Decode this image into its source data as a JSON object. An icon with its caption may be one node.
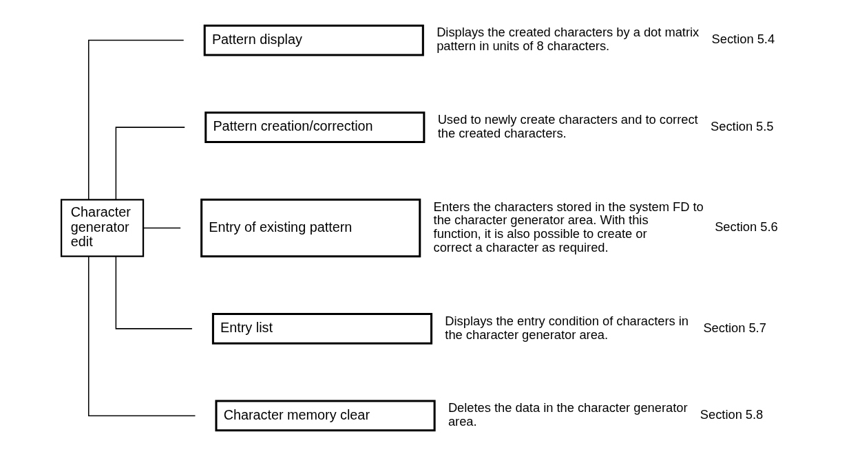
{
  "diagram": {
    "nodes": [
      {
        "text": [
          "Character generator edit"
        ]
      },
      {
        "text": [
          "Pattern display"
        ],
        "beside": [
          "Displays the created characters by a dot matrix pattern in units of 8 characters.",
          "Section 5.4"
        ]
      },
      {
        "text": [
          "Pattern creation/correction"
        ],
        "beside": [
          "Used to newly create characters and to correct the created characters.",
          "Section 5.5"
        ]
      },
      {
        "text": [
          "Entry of existing pattern"
        ],
        "beside": [
          "Enters the characters stored in the system FD to the character generator area. With this function, it is also possible to create or correct a character as required.",
          "Section 5.6"
        ]
      },
      {
        "text": [
          "Entry list"
        ],
        "beside": [
          "Displays the entry condition of characters in the character generator area.",
          "Section 5.7"
        ]
      },
      {
        "text": [
          "Character memory clear"
        ],
        "beside": [
          "Deletes the data in the character generator area.",
          "Section 5.8"
        ]
      }
    ],
    "edges": [
      {
        "from": 0,
        "to": 1,
        "arrow": "none"
      },
      {
        "from": 0,
        "to": 2,
        "arrow": "none"
      },
      {
        "from": 0,
        "to": 3,
        "arrow": "none"
      },
      {
        "from": 0,
        "to": 4,
        "arrow": "none"
      },
      {
        "from": 0,
        "to": 5,
        "arrow": "none"
      }
    ]
  }
}
